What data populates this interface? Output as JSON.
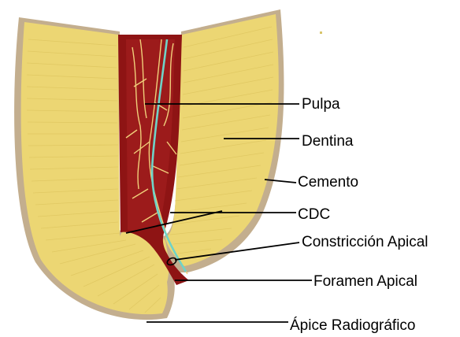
{
  "labels": {
    "pulpa": "Pulpa",
    "dentina": "Dentina",
    "cemento": "Cemento",
    "cdc": "CDC",
    "constriccion_apical": "Constricción Apical",
    "foramen_apical": "Foramen Apical",
    "apice_radiografico": "Ápice Radiográfico"
  },
  "colors": {
    "dentin": "#ecd673",
    "cementum": "#c3ae8e",
    "pulp": "#8e1414",
    "nerve": "#f0cf7a",
    "vessel": "#6fd3c8",
    "leader": "#000000"
  }
}
